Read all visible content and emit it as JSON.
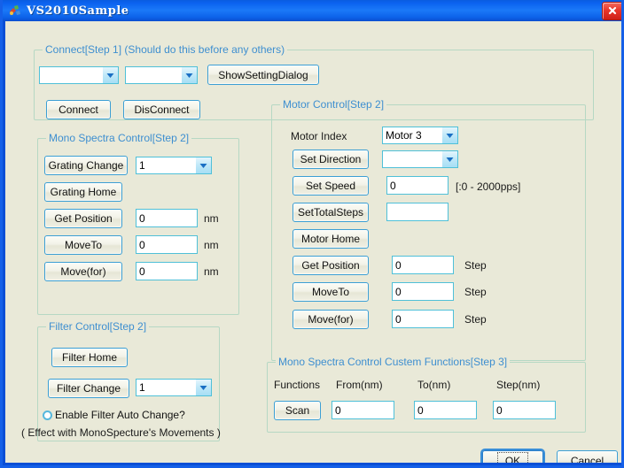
{
  "window": {
    "title": "VS2010Sample",
    "icon": "app-icon",
    "close_label": "×",
    "accent_title_bg": "#0b62ef",
    "client_bg": "#e9e9d8",
    "group_border": "#b6d8c4",
    "group_title_color": "#3e8fd0",
    "control_border": "#4fc0d8"
  },
  "connect_group": {
    "title": "Connect[Step 1] (Should do this before any others)",
    "combo1": {
      "value": "",
      "placeholder": ""
    },
    "combo2": {
      "value": "",
      "placeholder": ""
    },
    "show_setting_dialog": "ShowSettingDialog",
    "connect": "Connect",
    "disconnect": "DisConnect"
  },
  "mono_group": {
    "title": "Mono Spectra Control[Step 2]",
    "grating_change": "Grating Change",
    "grating_combo": "1",
    "grating_home": "Grating Home",
    "get_position": "Get Position",
    "get_position_value": "0",
    "get_position_unit": "nm",
    "move_to": "MoveTo",
    "move_to_value": "0",
    "move_to_unit": "nm",
    "move_for": "Move(for)",
    "move_for_value": "0",
    "move_for_unit": "nm"
  },
  "filter_group": {
    "title": "Filter Control[Step 2]",
    "filter_home": "Filter Home",
    "filter_change": "Filter Change",
    "filter_combo": "1",
    "enable_auto": "Enable Filter Auto Change?",
    "note": "( Effect with MonoSpecture's Movements )"
  },
  "motor_group": {
    "title": "Motor Control[Step 2]",
    "motor_index_label": "Motor Index",
    "motor_index_value": "Motor 3",
    "set_direction": "Set Direction",
    "direction_value": "",
    "set_speed": "Set Speed",
    "speed_value": "0",
    "speed_hint": "[:0 - 2000pps]",
    "set_total_steps": "SetTotalSteps",
    "total_steps_value": "",
    "motor_home": "Motor Home",
    "get_position": "Get Position",
    "get_position_value": "0",
    "get_position_unit": "Step",
    "move_to": "MoveTo",
    "move_to_value": "0",
    "move_to_unit": "Step",
    "move_for": "Move(for)",
    "move_for_value": "0",
    "move_for_unit": "Step"
  },
  "custom_group": {
    "title": "Mono Spectra Control Custem Functions[Step 3]",
    "col_functions": "Functions",
    "col_from": "From(nm)",
    "col_to": "To(nm)",
    "col_step": "Step(nm)",
    "scan": "Scan",
    "from_value": "0",
    "to_value": "0",
    "step_value": "0"
  },
  "footer": {
    "ok": "OK",
    "cancel": "Cancel"
  }
}
